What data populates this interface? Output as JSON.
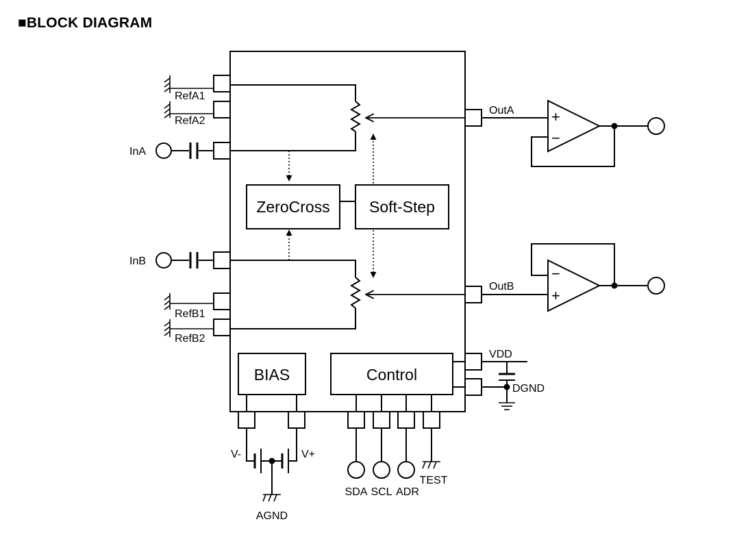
{
  "title": "■BLOCK DIAGRAM",
  "blocks": {
    "zerocross": "ZeroCross",
    "softstep": "Soft-Step",
    "bias": "BIAS",
    "control": "Control"
  },
  "pins": {
    "refa1": "RefA1",
    "refa2": "RefA2",
    "ina": "InA",
    "inb": "InB",
    "refb1": "RefB1",
    "refb2": "RefB2",
    "outa": "OutA",
    "outb": "OutB",
    "vdd": "VDD",
    "dgnd": "DGND",
    "vminus": "V-",
    "vplus": "V+",
    "agnd": "AGND",
    "sda": "SDA",
    "scl": "SCL",
    "adr": "ADR",
    "test": "TEST"
  },
  "opamp_signs": {
    "plus": "+",
    "minus": "−"
  }
}
